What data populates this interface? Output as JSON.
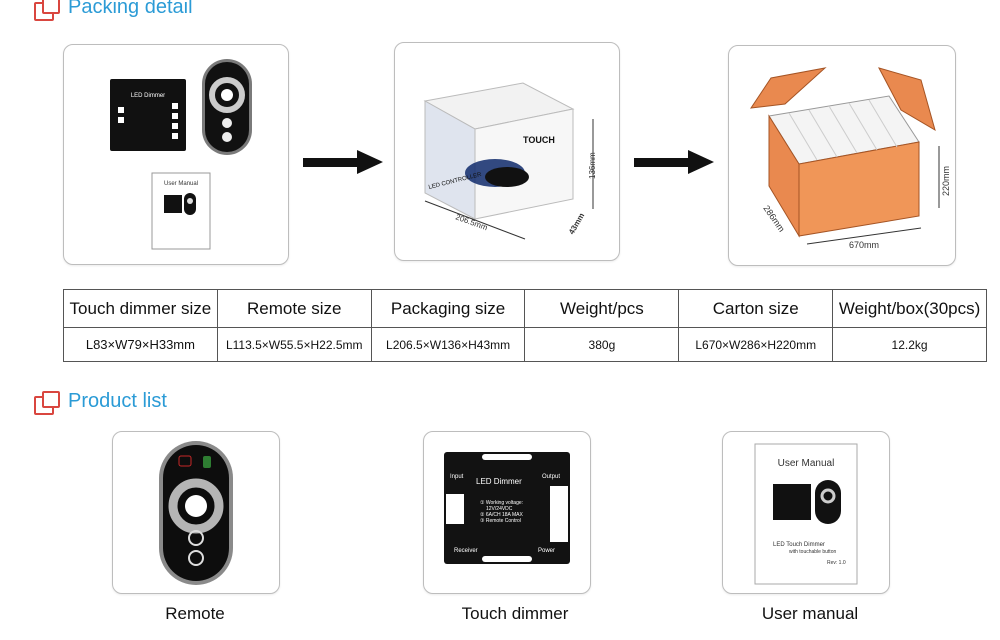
{
  "packing": {
    "title": "Packing detail",
    "manual_title": "User Manual",
    "manual_product": "LED Touch Dimmer",
    "manual_sub": "with touchable button",
    "manual_rev": "Rev: 1.0",
    "box_brand": "TOUCH",
    "box_side": "LED CONTROLLER",
    "box_dims": {
      "length": "206.5mm",
      "height": "136mm",
      "depth": "43mm"
    },
    "carton_dims": {
      "length": "670mm",
      "width": "286mm",
      "height": "220mm"
    }
  },
  "spec_table": {
    "headers": [
      "Touch dimmer size",
      "Remote size",
      "Packaging size",
      "Weight/pcs",
      "Carton size",
      "Weight/box(30pcs)"
    ],
    "values": [
      "L83×W79×H33mm",
      "L113.5×W55.5×H22.5mm",
      "L206.5×W136×H43mm",
      "380g",
      "L670×W286×H220mm",
      "12.2kg"
    ]
  },
  "products": {
    "title": "Product list",
    "items": [
      {
        "caption": "Remote"
      },
      {
        "caption": "Touch dimmer"
      },
      {
        "caption": "User manual"
      }
    ]
  },
  "dimmer": {
    "title": "LED Dimmer",
    "input": "Input",
    "output": "Output",
    "spec1": "① Working voltage:",
    "spec1b": "12V/24VDC",
    "spec2": "② 6A/CH 18A MAX",
    "spec3": "③ Remote Control",
    "receiver": "Receiver",
    "power": "Power"
  },
  "colors": {
    "accent": "#2b9bd6",
    "icon": "#d9463f",
    "carton": "#e9894f"
  }
}
